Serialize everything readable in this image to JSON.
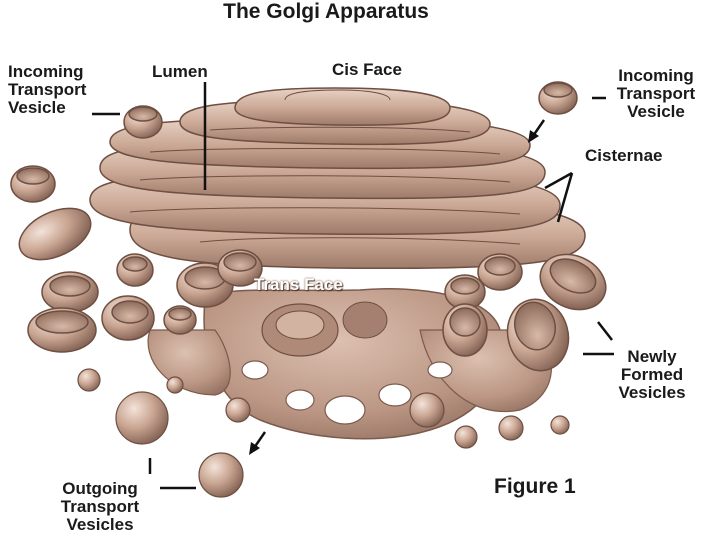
{
  "title": "The Golgi Apparatus",
  "figure_label": "Figure 1",
  "labels": {
    "incoming_left": [
      "Incoming",
      "Transport",
      "Vesicle"
    ],
    "lumen": "Lumen",
    "cis_face": "Cis Face",
    "incoming_right": [
      "Incoming",
      "Transport",
      "Vesicle"
    ],
    "cisternae": "Cisternae",
    "trans_face": "Trans Face",
    "newly_formed": [
      "Newly",
      "Formed",
      "Vesicles"
    ],
    "outgoing": [
      "Outgoing",
      "Transport",
      "Vesicles"
    ]
  },
  "colors": {
    "organelle": "#c9a592",
    "organelle_light": "#e7cfc1",
    "organelle_dark": "#8c6a5a",
    "ink": "#1a1a1a",
    "background": "#ffffff"
  }
}
